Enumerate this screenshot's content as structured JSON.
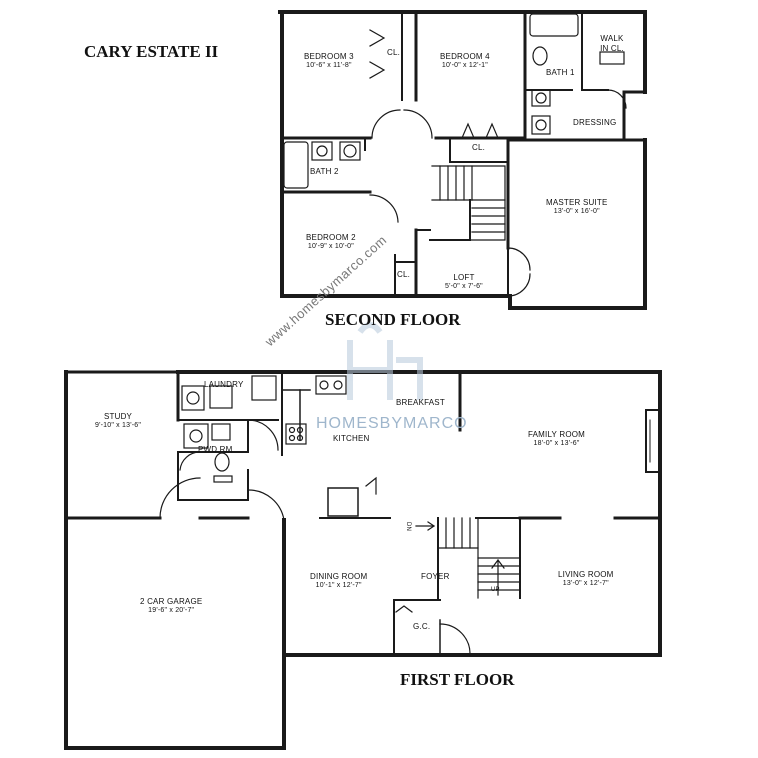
{
  "plan_title": "CARY ESTATE II",
  "second_floor_title": "SECOND FLOOR",
  "first_floor_title": "FIRST FLOOR",
  "watermark": {
    "url": "www.homesbymarco.com",
    "brand": "HOMESBYMARCO"
  },
  "second_floor": {
    "rooms": [
      {
        "id": "bedroom-3",
        "name": "BEDROOM 3",
        "dims": "10'-6\" x 11'-8\""
      },
      {
        "id": "bedroom-4",
        "name": "BEDROOM 4",
        "dims": "10'-0\" x 12'-1\""
      },
      {
        "id": "bath-1",
        "name": "BATH 1",
        "dims": ""
      },
      {
        "id": "walk-in-closet",
        "name": "WALK IN CL.",
        "dims": ""
      },
      {
        "id": "dressing",
        "name": "DRESSING",
        "dims": ""
      },
      {
        "id": "bath-2",
        "name": "BATH 2",
        "dims": ""
      },
      {
        "id": "master-suite",
        "name": "MASTER SUITE",
        "dims": "13'-0\" x 16'-0\""
      },
      {
        "id": "bedroom-2",
        "name": "BEDROOM 2",
        "dims": "10'-9\" x 10'-0\""
      },
      {
        "id": "loft",
        "name": "LOFT",
        "dims": "5'-0\" x 7'-6\""
      },
      {
        "id": "closet-bed3",
        "name": "CL.",
        "dims": ""
      },
      {
        "id": "closet-hall",
        "name": "CL.",
        "dims": ""
      },
      {
        "id": "closet-bed2",
        "name": "CL.",
        "dims": ""
      }
    ]
  },
  "first_floor": {
    "rooms": [
      {
        "id": "laundry",
        "name": "LAUNDRY",
        "dims": ""
      },
      {
        "id": "breakfast",
        "name": "BREAKFAST",
        "dims": ""
      },
      {
        "id": "study",
        "name": "STUDY",
        "dims": "9'-10\" x 13'-6\""
      },
      {
        "id": "kitchen",
        "name": "KITCHEN",
        "dims": ""
      },
      {
        "id": "pwd-rm",
        "name": "PWD RM",
        "dims": ""
      },
      {
        "id": "family-room",
        "name": "FAMILY ROOM",
        "dims": "18'-0\" x 13'-6\""
      },
      {
        "id": "garage",
        "name": "2 CAR GARAGE",
        "dims": "19'-6\" x 20'-7\""
      },
      {
        "id": "dining-room",
        "name": "DINING ROOM",
        "dims": "10'-1\" x 12'-7\""
      },
      {
        "id": "foyer",
        "name": "FOYER",
        "dims": ""
      },
      {
        "id": "living-room",
        "name": "LIVING ROOM",
        "dims": "13'-0\" x 12'-7\""
      },
      {
        "id": "guest-closet",
        "name": "G.C.",
        "dims": ""
      }
    ],
    "stair_labels": {
      "down": "DN",
      "up": "UP"
    }
  },
  "colors": {
    "wall": "#1a1a1a",
    "paper": "#ffffff",
    "watermark": "#9fb6cc"
  }
}
